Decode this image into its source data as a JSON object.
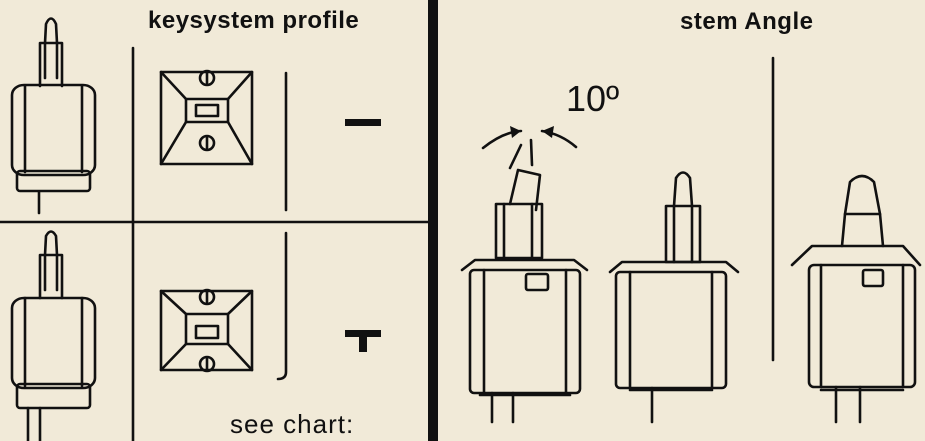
{
  "left_panel": {
    "title": "keysystem profile",
    "footer_text": "see chart:"
  },
  "right_panel": {
    "title": "stem Angle",
    "angle_label": "10º"
  },
  "colors": {
    "background": "#f1ead8",
    "ink": "#111111"
  }
}
